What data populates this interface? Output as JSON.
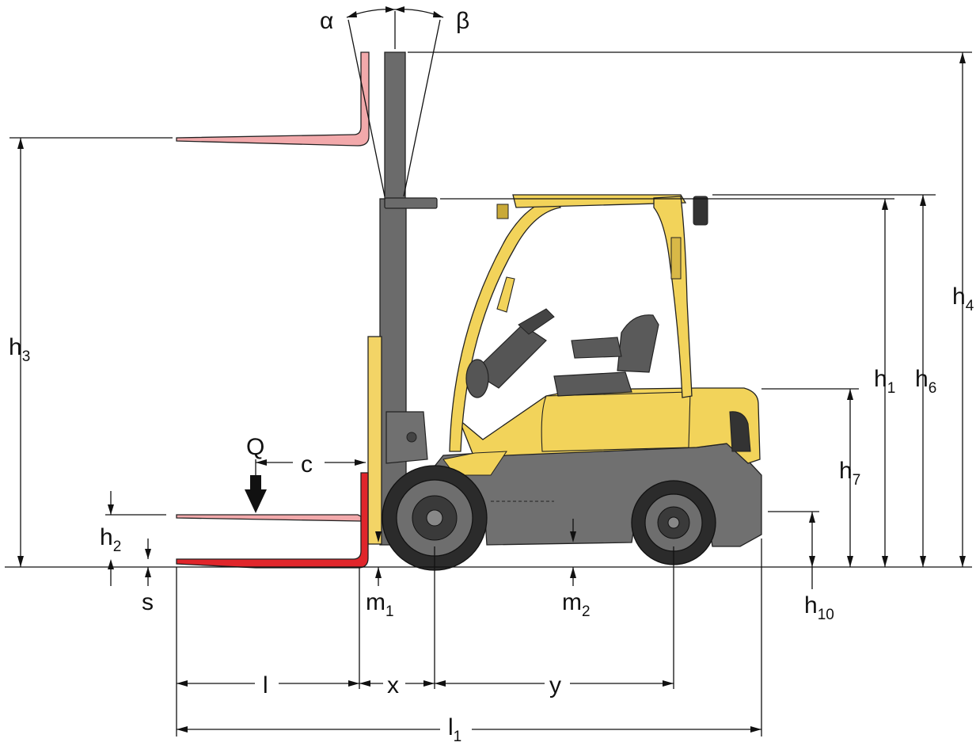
{
  "labels": {
    "alpha": "α",
    "beta": "β",
    "h4": {
      "main": "h",
      "sub": "4"
    },
    "h3": {
      "main": "h",
      "sub": "3"
    },
    "h1": {
      "main": "h",
      "sub": "1"
    },
    "h6": {
      "main": "h",
      "sub": "6"
    },
    "h7": {
      "main": "h",
      "sub": "7"
    },
    "h2": {
      "main": "h",
      "sub": "2"
    },
    "h10": {
      "main": "h",
      "sub": "10"
    },
    "s": "s",
    "Q": "Q",
    "c": "c",
    "m1": {
      "main": "m",
      "sub": "1"
    },
    "m2": {
      "main": "m",
      "sub": "2"
    },
    "l": "l",
    "x": "x",
    "y": "y",
    "l1": {
      "main": "l",
      "sub": "1"
    }
  },
  "colors": {
    "body_yellow": "#f2d35a",
    "body_yellow_dark": "#c9a938",
    "chassis_gray": "#707070",
    "mast_gray": "#6b6b6b",
    "tire_black": "#2b2b2b",
    "fork_red": "#e0262b",
    "fork_pink": "#f2a9ab",
    "carriage_yellow": "#f3d466"
  }
}
